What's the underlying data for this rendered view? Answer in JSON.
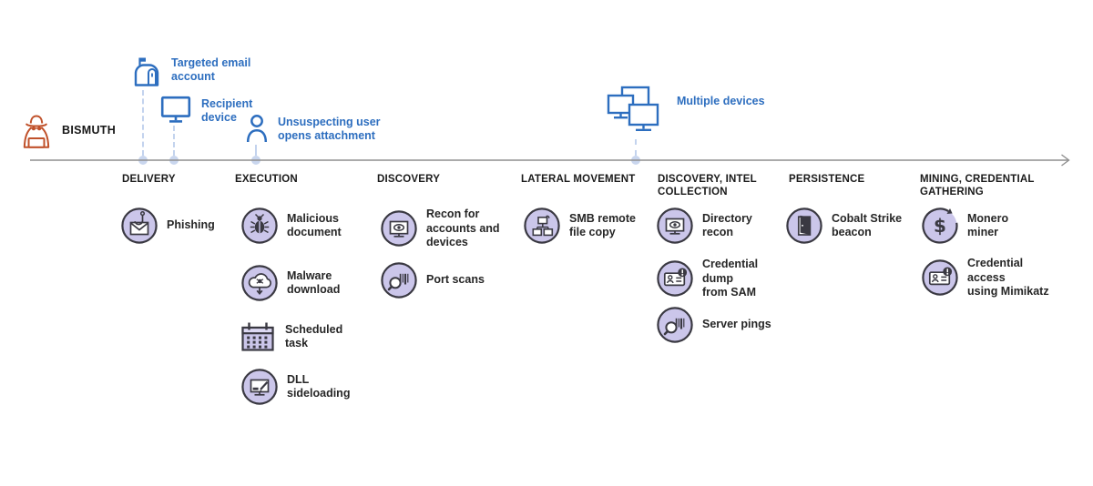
{
  "actor": {
    "label": "BISMUTH"
  },
  "annotations": [
    {
      "icon": "mailbox-icon",
      "label": "Targeted email\naccount"
    },
    {
      "icon": "monitor-icon",
      "label": "Recipient\ndevice"
    },
    {
      "icon": "user-icon",
      "label": "Unsuspecting user\nopens attachment"
    },
    {
      "icon": "multiple-devices-icon",
      "label": "Multiple devices"
    }
  ],
  "stages": [
    {
      "title": "DELIVERY",
      "items": [
        {
          "icon": "phishing-icon",
          "label": "Phishing"
        }
      ]
    },
    {
      "title": "EXECUTION",
      "items": [
        {
          "icon": "bug-icon",
          "label": "Malicious\ndocument"
        },
        {
          "icon": "malware-download-icon",
          "label": "Malware\ndownload"
        },
        {
          "icon": "calendar-icon",
          "label": "Scheduled\ntask"
        },
        {
          "icon": "dll-sideloading-icon",
          "label": "DLL\nsideloading"
        }
      ]
    },
    {
      "title": "DISCOVERY",
      "items": [
        {
          "icon": "monitor-eye-icon",
          "label": "Recon for\naccounts and\ndevices"
        },
        {
          "icon": "scan-icon",
          "label": "Port scans"
        }
      ]
    },
    {
      "title": "LATERAL MOVEMENT",
      "items": [
        {
          "icon": "network-icon",
          "label": "SMB remote\nfile copy"
        }
      ]
    },
    {
      "title": "DISCOVERY, INTEL\nCOLLECTION",
      "items": [
        {
          "icon": "monitor-eye-icon",
          "label": "Directory\nrecon"
        },
        {
          "icon": "credential-icon",
          "label": "Credential\ndump\nfrom SAM"
        },
        {
          "icon": "scan-icon",
          "label": "Server pings"
        }
      ]
    },
    {
      "title": "PERSISTENCE",
      "items": [
        {
          "icon": "door-icon",
          "label": "Cobalt Strike\nbeacon"
        }
      ]
    },
    {
      "title": "MINING, CREDENTIAL\nGATHERING",
      "items": [
        {
          "icon": "dollar-refresh-icon",
          "label": "Monero\nminer"
        },
        {
          "icon": "credential-icon",
          "label": "Credential\naccess\nusing Mimikatz"
        }
      ]
    }
  ],
  "colors": {
    "blue": "#2d6ebf",
    "orange": "#c0512a",
    "icon_fill": "#cbc6ea",
    "icon_outline": "#3a3942",
    "timeline": "#8f8f8f"
  }
}
